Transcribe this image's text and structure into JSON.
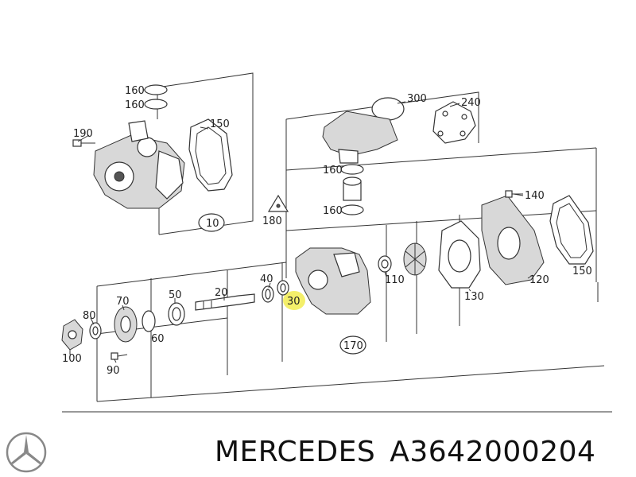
{
  "callouts": {
    "c160a": "160",
    "c160b": "160",
    "c190": "190",
    "c150a": "150",
    "c10": "10",
    "c300": "300",
    "c240": "240",
    "c160c": "160",
    "c160d": "160",
    "c180": "180",
    "c140": "140",
    "c110": "110",
    "c120": "120",
    "c130": "130",
    "c150b": "150",
    "c170": "170",
    "c30": "30",
    "c40": "40",
    "c20": "20",
    "c50": "50",
    "c70": "70",
    "c80": "80",
    "c60": "60",
    "c100": "100",
    "c90": "90"
  },
  "footer": {
    "brand": "MERCEDES",
    "part_number": "A3642000204"
  },
  "colors": {
    "highlight": "#f4ef6a",
    "line": "#333333"
  }
}
